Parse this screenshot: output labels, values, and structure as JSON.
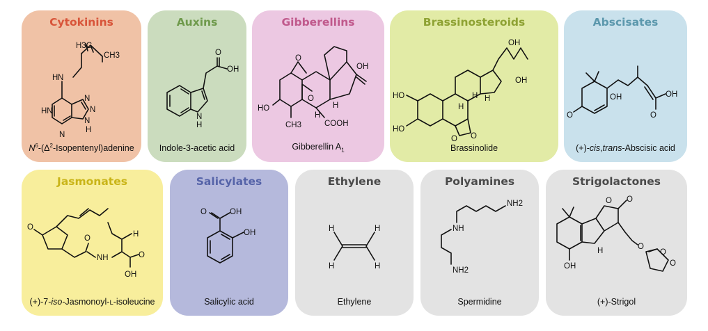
{
  "colors": {
    "cytokinins": "#f0c2a6",
    "auxins": "#cbdcbe",
    "gibberellins": "#ecc8e2",
    "brassinosteroids": "#e2eba6",
    "abscisates": "#c9e1ec",
    "jasmonates": "#f8ee9c",
    "salicylates": "#b5b9dc",
    "gray": "#e3e3e3",
    "title_cytokinins": "#d8553a",
    "title_auxins": "#6f9a4c",
    "title_gibberellins": "#c0598c",
    "title_brassinosteroids": "#8ea233",
    "title_abscisates": "#5c98ad",
    "title_jasmonates": "#c9b418",
    "title_salicylates": "#5563a8",
    "title_gray": "#4a4a4a"
  },
  "cards": [
    {
      "title": "Cytokinins",
      "caption_pre": "N",
      "caption_sup1": "6",
      "caption_mid": "-(Δ",
      "caption_sup2": "2",
      "caption_post": "-Isopentenyl)adenine",
      "labels": [
        "H3C",
        "CH3",
        "N",
        "H",
        "N",
        "N",
        "N",
        "N",
        "HN",
        "H"
      ]
    },
    {
      "title": "Auxins",
      "caption": "Indole-3-acetic acid",
      "labels": [
        "O",
        "OH",
        "N",
        "H"
      ]
    },
    {
      "title": "Gibberellins",
      "caption_pre": "Gibberellin A",
      "caption_sub": "1",
      "labels": [
        "O",
        "OH",
        "O",
        "HO",
        "H",
        "H",
        "CH3",
        "COOH"
      ]
    },
    {
      "title": "Brassinosteroids",
      "caption": "Brassinolide",
      "labels": [
        "OH",
        "OH",
        "HO",
        "HO",
        "O",
        "O",
        "H",
        "H",
        "H"
      ]
    },
    {
      "title": "Abscisates",
      "caption_pre": "(+)-",
      "caption_i1": "cis",
      "caption_mid": ",",
      "caption_i2": "trans",
      "caption_post": "-Abscisic acid",
      "labels": [
        "OH",
        "O",
        "O",
        "OH"
      ]
    },
    {
      "title": "Jasmonates",
      "caption_pre": "(+)-7-",
      "caption_i1": "iso",
      "caption_mid": "-Jasmonoyl-",
      "caption_sc": "L",
      "caption_post": "-isoleucine",
      "labels": [
        "O",
        "O",
        "NH",
        "O",
        "OH",
        "H"
      ]
    },
    {
      "title": "Salicylates",
      "caption": "Salicylic acid",
      "labels": [
        "O",
        "OH",
        "OH"
      ]
    },
    {
      "title": "Ethylene",
      "caption": "Ethylene",
      "labels": [
        "H",
        "H",
        "H",
        "H"
      ]
    },
    {
      "title": "Polyamines",
      "caption": "Spermidine",
      "labels": [
        "NH2",
        "NH",
        "NH2"
      ]
    },
    {
      "title": "Strigolactones",
      "caption": "(+)-Strigol",
      "labels": [
        "O",
        "O",
        "O",
        "O",
        "O",
        "OH",
        "H"
      ]
    }
  ]
}
